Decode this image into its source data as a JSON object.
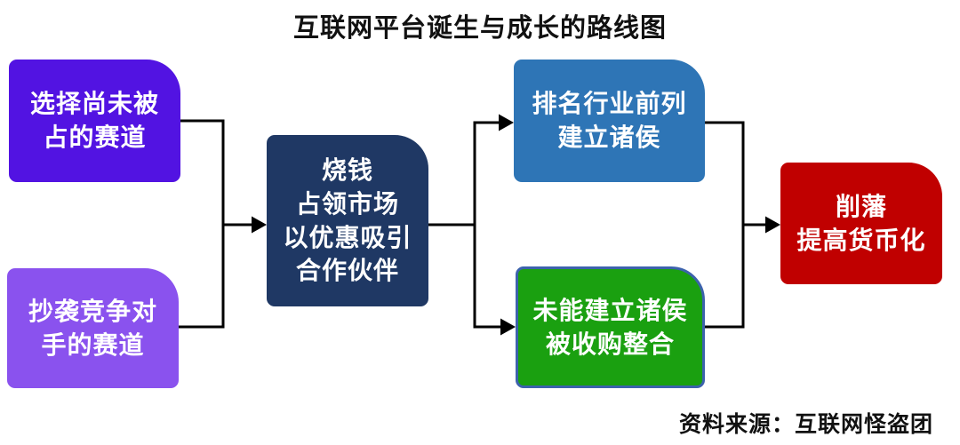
{
  "title": "互联网平台诞生与成长的路线图",
  "source": "资料来源：互联网怪盗团",
  "flow": {
    "boxes": [
      {
        "id": "choose-unoccupied-track",
        "text": "选择尚未被\n占的赛道",
        "fill": "#5213E2",
        "text_color": "#FFFFFF"
      },
      {
        "id": "copy-competitor-track",
        "text": "抄袭竞争对\n手的赛道",
        "fill": "#8A52EE",
        "text_color": "#FFFFFF"
      },
      {
        "id": "burn-money-seize-market",
        "text": "烧钱\n占领市场\n以优惠吸引\n合作伙伴",
        "fill": "#1F3864",
        "text_color": "#FFFFFF"
      },
      {
        "id": "rank-top-of-industry",
        "text": "排名行业前列\n建立诸侯",
        "fill": "#2E75B6",
        "text_color": "#FFFFFF"
      },
      {
        "id": "failed-acquired",
        "text": "未能建立诸侯\n被收购整合",
        "fill": "#1AA010",
        "border": "#3C62AC",
        "text_color": "#FFFFFF"
      },
      {
        "id": "cut-vassals-monetize",
        "text": "削藩\n提高货币化",
        "fill": "#C00000",
        "text_color": "#FFFFFF"
      }
    ],
    "connector_color": "#000000"
  }
}
